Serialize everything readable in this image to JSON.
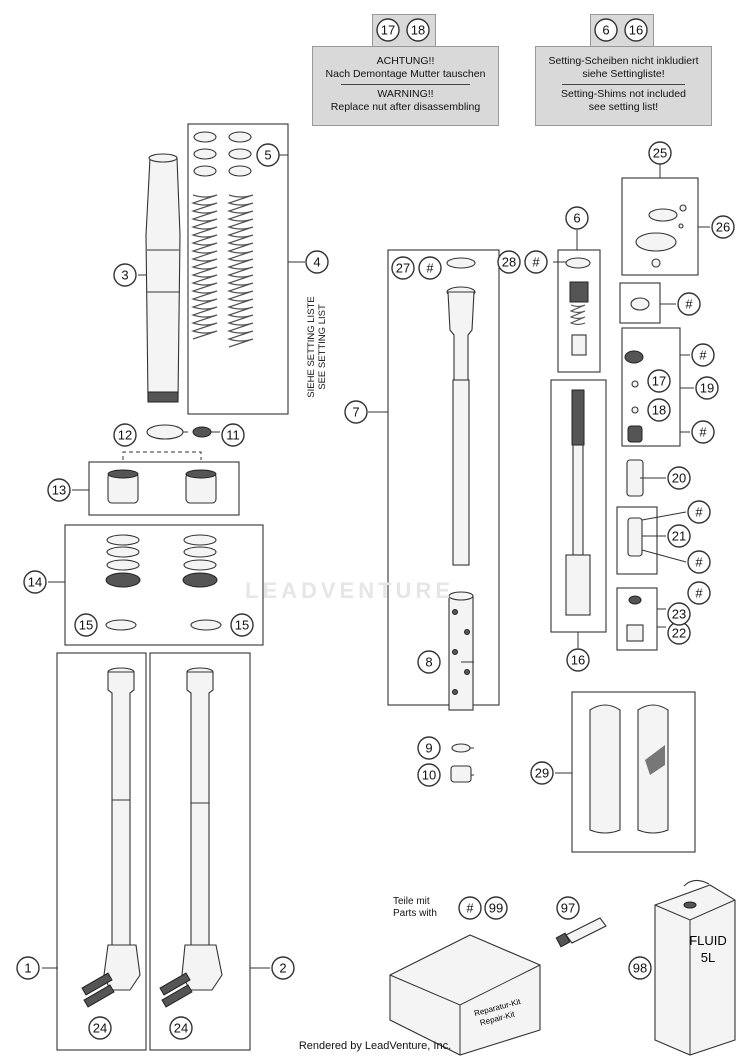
{
  "notes": {
    "left": {
      "callouts": [
        "17",
        "18"
      ],
      "de_title": "ACHTUNG!!",
      "de_text": "Nach Demontage Mutter tauschen",
      "en_title": "WARNING!!",
      "en_text": "Replace nut after disassembling"
    },
    "right": {
      "callouts": [
        "6",
        "16"
      ],
      "de_line1": "Setting-Scheiben nicht inkludiert",
      "de_line2": "siehe Settingliste!",
      "en_line1": "Setting-Shims not included",
      "en_line2": "see setting list!"
    }
  },
  "setting_list": {
    "de": "SIEHE SETTING LISTE",
    "en": "SEE SETTING LIST"
  },
  "kit": {
    "line1": "Teile mit",
    "line2": "Parts with",
    "box_line1": "Reparatur-Kit",
    "box_line2": "Repair-Kit"
  },
  "can_label_1": "FLUID",
  "can_label_2": "5L",
  "watermark": "LEADVENTURE",
  "footer": "Rendered by LeadVenture, Inc.",
  "callouts": [
    "1",
    "2",
    "3",
    "4",
    "5",
    "6",
    "7",
    "8",
    "9",
    "10",
    "11",
    "12",
    "13",
    "14",
    "15",
    "15",
    "16",
    "17",
    "18",
    "19",
    "20",
    "21",
    "22",
    "23",
    "24",
    "24",
    "25",
    "26",
    "27",
    "28",
    "29",
    "#",
    "#",
    "#",
    "#",
    "#",
    "#",
    "#",
    "#",
    "#",
    "97",
    "98",
    "99"
  ]
}
